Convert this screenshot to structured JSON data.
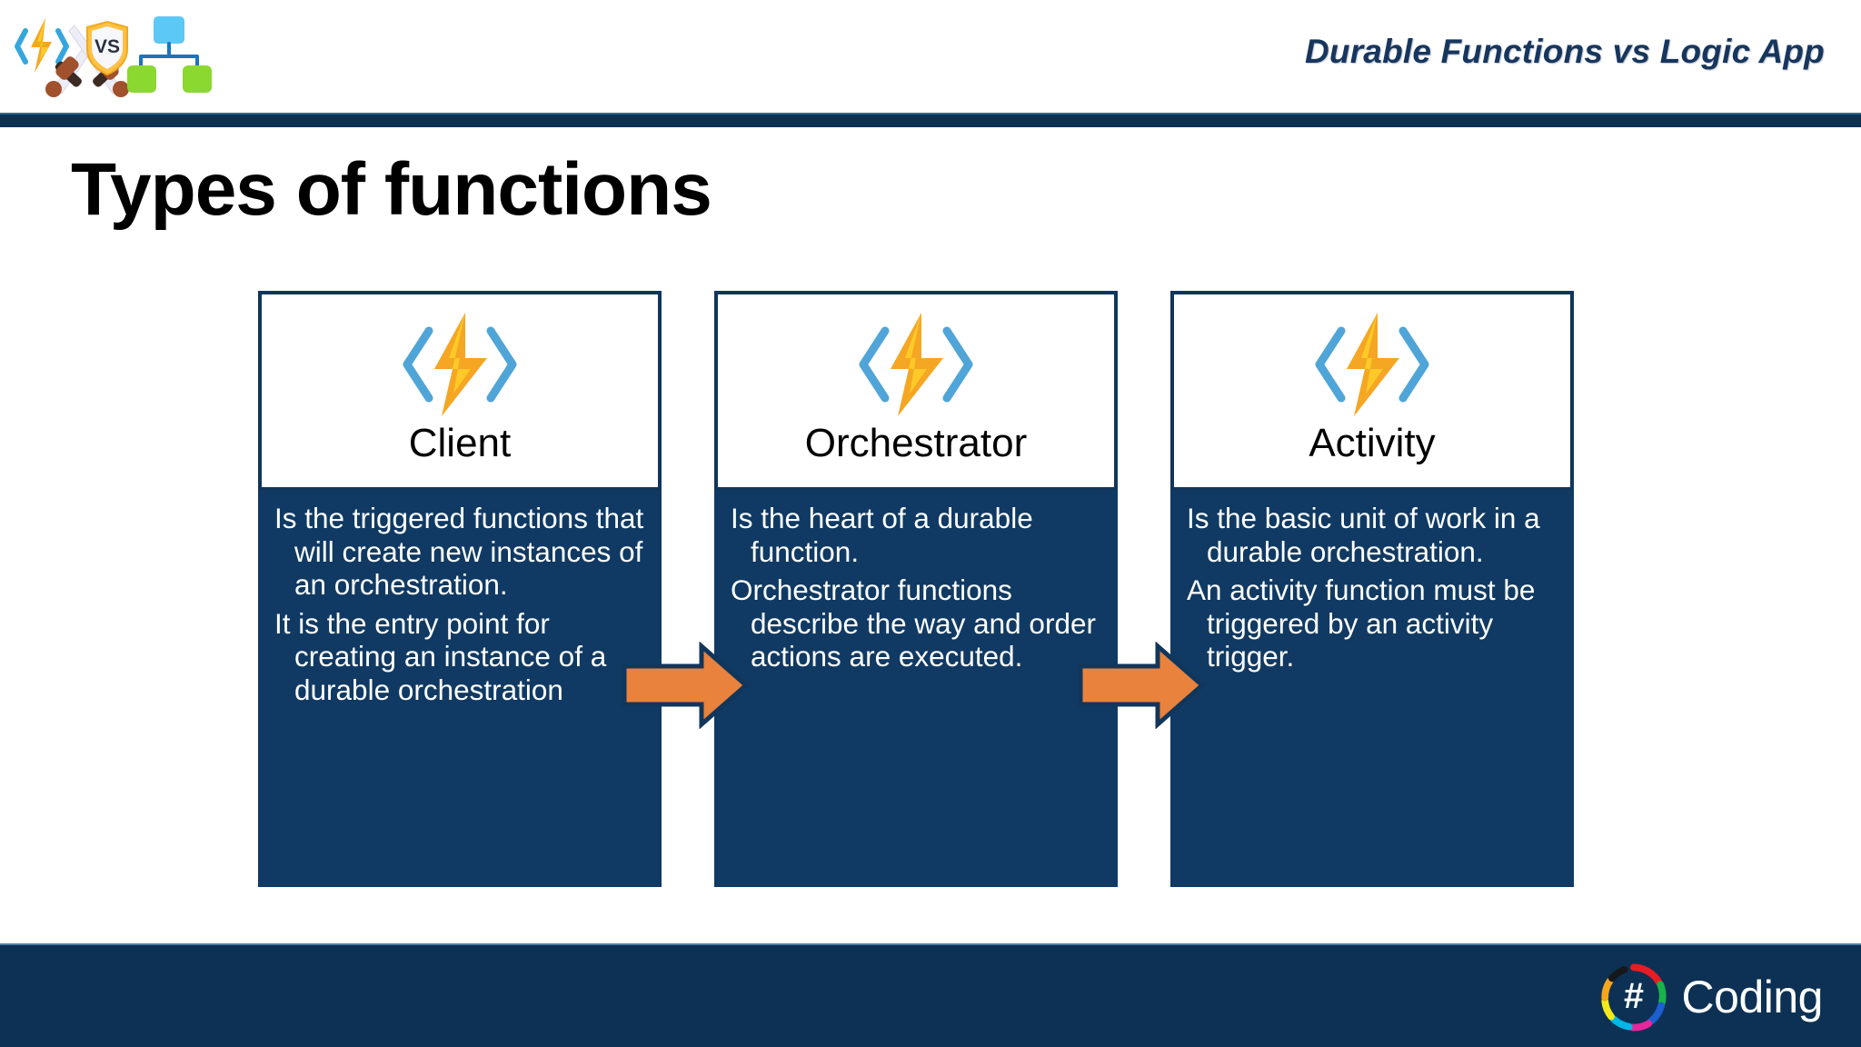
{
  "header": {
    "title": "Durable Functions vs Logic App",
    "logo": {
      "left_icon": "azure-functions-icon",
      "center_icon": "vs-shield-crossed-swords-icon",
      "right_icon": "logic-apps-flowchart-icon",
      "vs_text": "VS"
    },
    "rule_color": "#0B3050"
  },
  "slide": {
    "title": "Types of functions"
  },
  "cards": [
    {
      "id": "client",
      "label": "Client",
      "icon": "azure-functions-icon",
      "paragraphs": [
        "Is the triggered functions that will create new instances of an orchestration.",
        "It is the entry point for creating an instance of a durable orchestration"
      ]
    },
    {
      "id": "orchestrator",
      "label": "Orchestrator",
      "icon": "azure-functions-icon",
      "paragraphs": [
        "Is the heart of a durable function.",
        "Orchestrator functions describe the way and order actions are executed."
      ]
    },
    {
      "id": "activity",
      "label": "Activity",
      "icon": "azure-functions-icon",
      "paragraphs": [
        "Is the basic unit of work in a durable orchestration.",
        "An activity function must be triggered by an activity trigger."
      ]
    }
  ],
  "arrows": [
    {
      "id": "arrow-client-to-orchestrator",
      "icon": "right-arrow-icon"
    },
    {
      "id": "arrow-orchestrator-to-activity",
      "icon": "right-arrow-icon"
    }
  ],
  "footer": {
    "brand_word": "Coding",
    "brand_hash": "#",
    "mark_icon": "color-swirl-hash-logo-icon",
    "background_color": "#0C3154"
  },
  "colors": {
    "navy": "#103A63",
    "navy_dark": "#0B3050",
    "header_title": "#17365D",
    "arrow_fill": "#E8823C",
    "arrow_stroke": "#11365C",
    "bolt_yellow": "#FFD23E",
    "bolt_amber": "#F5A623",
    "bracket_blue": "#50A5D8"
  }
}
